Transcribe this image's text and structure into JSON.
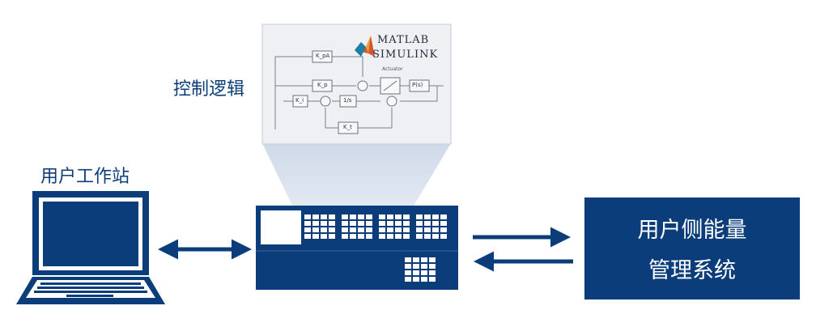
{
  "colors": {
    "brand": "#0a3d79",
    "beam": "#d9e2ee",
    "panel_bg": "#eceef2",
    "white": "#ffffff"
  },
  "labels": {
    "control_logic": "控制逻辑",
    "user_workstation": "用户工作站"
  },
  "energy_system": {
    "line1": "用户侧能量",
    "line2": "管理系统"
  },
  "simulink_panel": {
    "logo_line1": "MATLAB",
    "logo_line2": "SIMULINK",
    "caption": "Actuator",
    "block_labels": [
      "K_pA",
      "K_p",
      "K_i",
      "1/s",
      "K_t",
      "P(s)"
    ]
  },
  "icons": [
    "laptop-icon",
    "controller-device-icon",
    "matlab-logo-icon"
  ]
}
